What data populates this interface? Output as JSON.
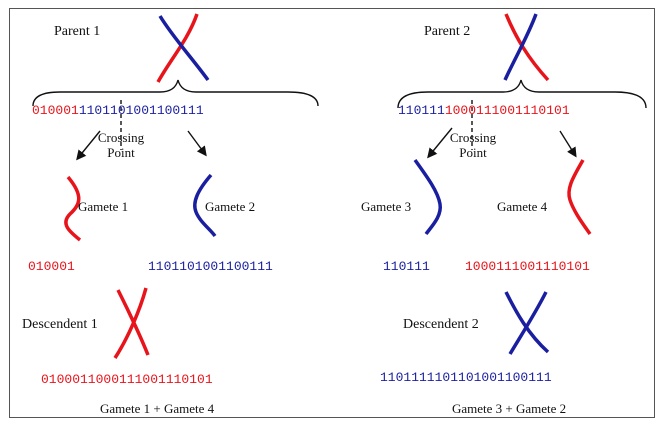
{
  "colors": {
    "parent_a": "#e8141b",
    "parent_b": "#1a1fa0",
    "ink": "#111111"
  },
  "parent1": {
    "label": "Parent 1",
    "bits_left": "010001",
    "bits_right": "1101101001100111",
    "crossing_label": "Crossing\nPoint"
  },
  "parent2": {
    "label": "Parent 2",
    "bits_left": "110111",
    "bits_right": "1000111001110101",
    "crossing_label": "Crossing\nPoint"
  },
  "gametes": {
    "g1_label": "Gamete 1",
    "g1_bits": "010001",
    "g2_label": "Gamete 2",
    "g2_bits": "1101101001100111",
    "g3_label": "Gamete 3",
    "g3_bits": "110111",
    "g4_label": "Gamete 4",
    "g4_bits": "1000111001110101"
  },
  "descendent1": {
    "label": "Descendent 1",
    "bits": "0100011000111001110101",
    "formula": "Gamete 1 + Gamete 4"
  },
  "descendent2": {
    "label": "Descendent 2",
    "bits": "1101111101101001100111",
    "formula": "Gamete 3 + Gamete 2"
  }
}
